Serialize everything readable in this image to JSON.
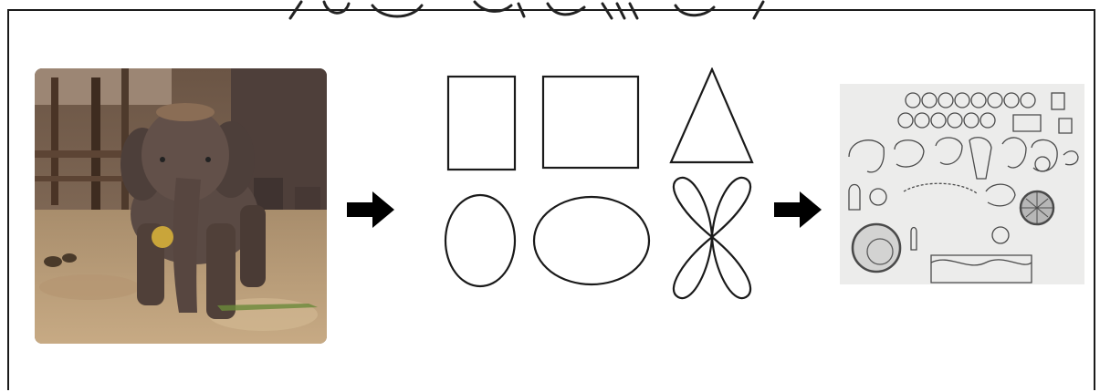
{
  "figure": {
    "stages": [
      {
        "name": "photo",
        "depicts": "baby-elephant-photo"
      },
      {
        "name": "basic-shapes",
        "shapes": [
          "tall-rectangle",
          "wide-rectangle",
          "triangle",
          "vertical-ellipse",
          "horizontal-ellipse",
          "four-petal-curve"
        ]
      },
      {
        "name": "pencil-sketches",
        "depicts": "elephant-shape-sketches"
      }
    ],
    "arrows": [
      "photo-to-shapes",
      "shapes-to-sketches"
    ],
    "colors": {
      "stroke": "#1a1a1a",
      "arrow": "#000000",
      "frame": "#1a1a1a"
    }
  }
}
